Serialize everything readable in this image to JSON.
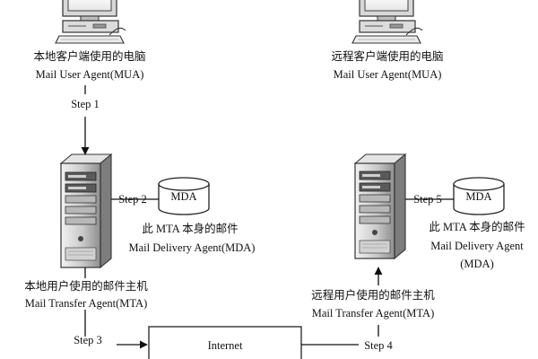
{
  "diagram": {
    "local_client": {
      "caption": "本地客户端使用的电脑",
      "agent": "Mail User Agent(MUA)"
    },
    "remote_client": {
      "caption": "远程客户端使用的电脑",
      "agent": "Mail User Agent(MUA)"
    },
    "local_server": {
      "caption": "本地用户使用的邮件主机",
      "agent": "Mail Transfer Agent(MTA)"
    },
    "remote_server": {
      "caption": "远程用户使用的邮件主机",
      "agent": "Mail Transfer Agent(MTA)"
    },
    "local_mda": {
      "label": "MDA",
      "caption": "此 MTA 本身的邮件",
      "agent": "Mail Delivery Agent(MDA)"
    },
    "remote_mda": {
      "label": "MDA",
      "caption": "此 MTA 本身的邮件",
      "agent_line1": "Mail Delivery Agent",
      "agent_line2": "(MDA)"
    },
    "internet": "Internet",
    "steps": {
      "s1": "Step 1",
      "s2": "Step 2",
      "s3": "Step 3",
      "s4": "Step 4",
      "s5": "Step 5"
    }
  }
}
